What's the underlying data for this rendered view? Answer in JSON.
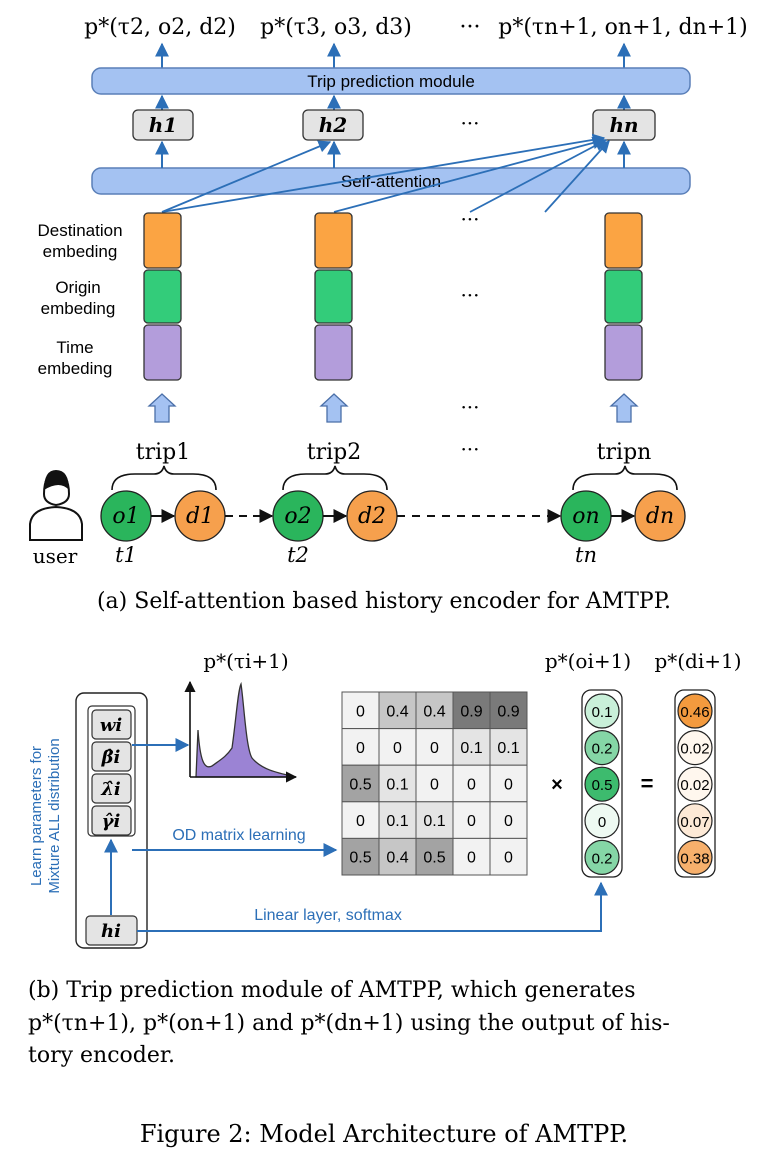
{
  "part_a": {
    "outputs": [
      "p*(τ2, o2, d2)",
      "p*(τ3, o3, d3)",
      "···",
      "p*(τn+1, on+1, dn+1)"
    ],
    "trip_prediction_label": "Trip prediction module",
    "hidden_states": [
      "h1",
      "h2",
      "···",
      "hn"
    ],
    "self_attention_label": "Self-attention",
    "embedding_labels": {
      "destination": [
        "Destination",
        "embeding"
      ],
      "origin": [
        "Origin",
        "embeding"
      ],
      "time": [
        "Time",
        "embeding"
      ]
    },
    "embedding_colors": {
      "destination": "#fba443",
      "origin": "#33cc7a",
      "time": "#b39ddb"
    },
    "trips": [
      "trip1",
      "trip2",
      "···",
      "tripn"
    ],
    "user_label": "user",
    "origins": [
      "o1",
      "o2",
      "on"
    ],
    "destinations": [
      "d1",
      "d2",
      "dn"
    ],
    "times": [
      "t1",
      "t2",
      "tn"
    ],
    "origin_color": "#2ab55c",
    "destination_color": "#f6a04d",
    "caption": "(a)  Self-attention based history encoder for AMTPP."
  },
  "part_b": {
    "tau_label": "p*(τi+1)",
    "o_label": "p*(oi+1)",
    "d_label": "p*(di+1)",
    "side_label": [
      "Learn parameters for",
      "Mixture ALL distribution"
    ],
    "params": [
      "wi",
      "β̂i",
      "λ̂i",
      "γ̂i"
    ],
    "hidden": "hi",
    "od_matrix_label": "OD matrix learning",
    "linear_label": "Linear layer, softmax",
    "matrix": [
      [
        "0",
        "0.4",
        "0.4",
        "0.9",
        "0.9"
      ],
      [
        "0",
        "0",
        "0",
        "0.1",
        "0.1"
      ],
      [
        "0.5",
        "0.1",
        "0",
        "0",
        "0"
      ],
      [
        "0",
        "0.1",
        "0.1",
        "0",
        "0"
      ],
      [
        "0.5",
        "0.4",
        "0.5",
        "0",
        "0"
      ]
    ],
    "matrix_fills": [
      [
        "#f2f2f2",
        "#c6c6c6",
        "#c6c6c6",
        "#7a7a7a",
        "#7a7a7a"
      ],
      [
        "#f2f2f2",
        "#f2f2f2",
        "#f2f2f2",
        "#e4e4e4",
        "#e4e4e4"
      ],
      [
        "#a3a3a3",
        "#e4e4e4",
        "#f2f2f2",
        "#f2f2f2",
        "#f2f2f2"
      ],
      [
        "#f2f2f2",
        "#e4e4e4",
        "#e4e4e4",
        "#f2f2f2",
        "#f2f2f2"
      ],
      [
        "#a3a3a3",
        "#c6c6c6",
        "#a3a3a3",
        "#f2f2f2",
        "#f2f2f2"
      ]
    ],
    "times_sign": "×",
    "equals_sign": "=",
    "o_vector": [
      "0.1",
      "0.2",
      "0.5",
      "0",
      "0.2"
    ],
    "o_fills": [
      "#c9f0d9",
      "#85d6a6",
      "#3dbb6e",
      "#eefaf2",
      "#85d6a6"
    ],
    "d_vector": [
      "0.46",
      "0.02",
      "0.02",
      "0.07",
      "0.38"
    ],
    "d_fills": [
      "#f39a3e",
      "#fff7ee",
      "#fff7ee",
      "#fde9d6",
      "#f7b06c"
    ],
    "caption": [
      "(b)  Trip prediction module of AMTPP, which generates",
      "p*(τn+1), p*(on+1) and p*(dn+1) using the output of his-",
      "tory encoder."
    ]
  },
  "figure_caption": "Figure 2: Model Architecture of AMTPP."
}
